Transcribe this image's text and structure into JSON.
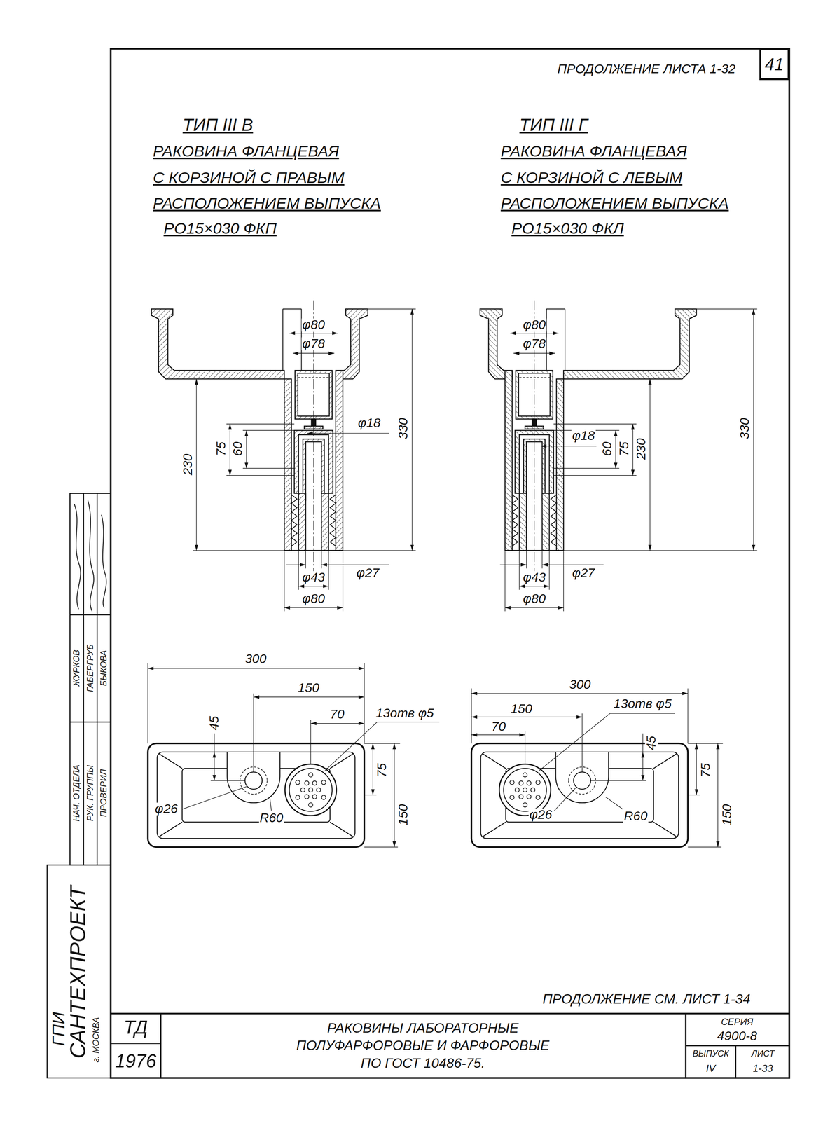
{
  "diagram": {
    "title": "РАКОВИНЫ ЛАБОРАТОРНЫЕ ПОЛУФАРФОРОВЫЕ И ФАРФОРОВЫЕ ПО ГОСТ 10486-75.",
    "nodes": [
      {
        "text": [
          "41"
        ]
      }
    ],
    "labels": [
      "ПРОДОЛЖЕНИЕ ЛИСТА 1-32",
      "ТИП III В",
      "РАКОВИНА ФЛАНЦЕВАЯ",
      "С КОРЗИНОЙ С ПРАВЫМ",
      "РАСПОЛОЖЕНИЕМ ВЫПУСКА",
      "РО15×030 ФКП",
      "ТИП III Г",
      "РАКОВИНА ФЛАНЦЕВАЯ",
      "С КОРЗИНОЙ С ЛЕВЫМ",
      "РАСПОЛОЖЕНИЕМ ВЫПУСКА",
      "РО15×030 ФКЛ",
      "φ80",
      "φ78",
      "φ18",
      "75",
      "60",
      "230",
      "330",
      "φ27",
      "φ43",
      "φ80",
      "φ80",
      "φ78",
      "φ18",
      "60",
      "75",
      "230",
      "330",
      "φ27",
      "φ43",
      "φ80",
      "300",
      "150",
      "70",
      "45",
      "13отв φ5",
      "75",
      "150",
      "φ26",
      "R60",
      "300",
      "150",
      "70",
      "13отв φ5",
      "45",
      "75",
      "150",
      "φ26",
      "R60",
      "ПРОДОЛЖЕНИЕ СМ. ЛИСТ 1-34",
      "ТД",
      "1976",
      "СЕРИЯ",
      "4900-8",
      "ВЫПУСК",
      "IV",
      "ЛИСТ",
      "1-33",
      "НАЧ. ОТДЕЛА",
      "ЖУРКОВ",
      "РУК. ГРУППЫ",
      "ГАБЕРГРУБ",
      "ПРОВЕРИЛ",
      "БЫКОВА",
      "ГПИ",
      "САНТЕХПРОЕКТ",
      "г. МОСКВА"
    ]
  }
}
